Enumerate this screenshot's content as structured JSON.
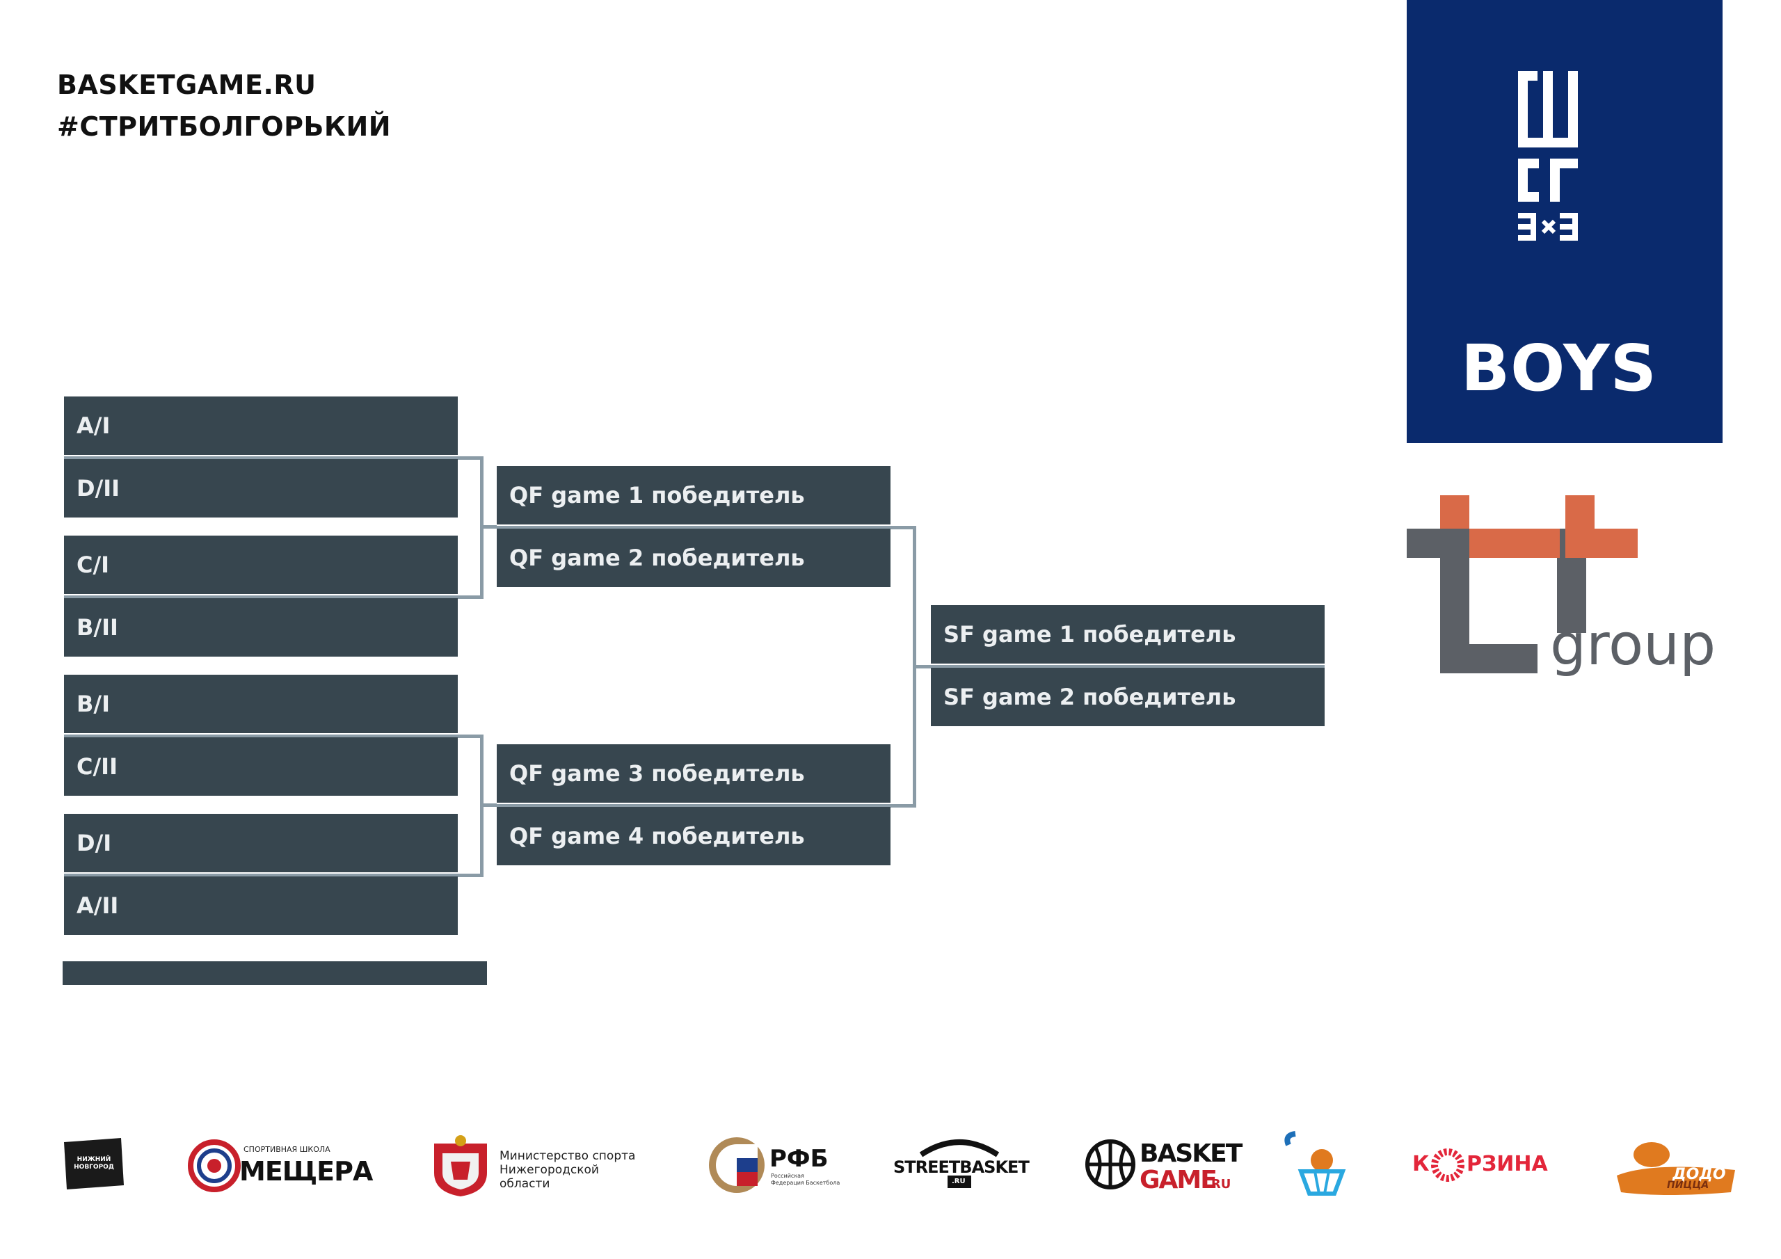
{
  "header": {
    "site": "BASKETGAME.RU",
    "hashtag": "#СТРИТБОЛГОРЬКИЙ"
  },
  "category": {
    "label": "BOYS",
    "logo_marks": [
      "ШСГ",
      "3×3"
    ]
  },
  "sponsor_logo": {
    "word": "group"
  },
  "bracket": {
    "first_round": [
      "A/I",
      "D/II",
      "C/I",
      "B/II",
      "B/I",
      "C/II",
      "D/I",
      "A/II"
    ],
    "quarterfinal_winners": [
      "QF game 1 победитель",
      "QF game 2 победитель",
      "QF game 3 победитель",
      "QF game 4 победитель"
    ],
    "semifinal_winners": [
      "SF game 1 победитель",
      "SF game 2 победитель"
    ]
  },
  "partners": {
    "nn": "НИЖНИЙ НОВГОРОД",
    "meshchera_small": "СПОРТИВНАЯ ШКОЛА",
    "meshchera": "МЕЩЕРА",
    "ministry_1": "Министерство спорта",
    "ministry_2": "Нижегородской",
    "ministry_3": "области",
    "rfb": "РФБ",
    "rfb_small_1": "Российская",
    "rfb_small_2": "Федерация Баскетбола",
    "streetbasket": "STREETBASKET",
    "streetbasket_ru": ".RU",
    "basket": "BASKET",
    "game": "GAME",
    "game_ru": ".RU",
    "korzina_k": "К",
    "korzina_rest": "РЗИНА",
    "dodo_1": "ДОДО",
    "dodo_2": "ПИЦЦА"
  },
  "colors": {
    "slot": "#37464f",
    "connector": "#8a9ba6",
    "boys_panel": "#0a2a6d",
    "logo_grey": "#5c6066",
    "logo_orange": "#d96a48"
  }
}
